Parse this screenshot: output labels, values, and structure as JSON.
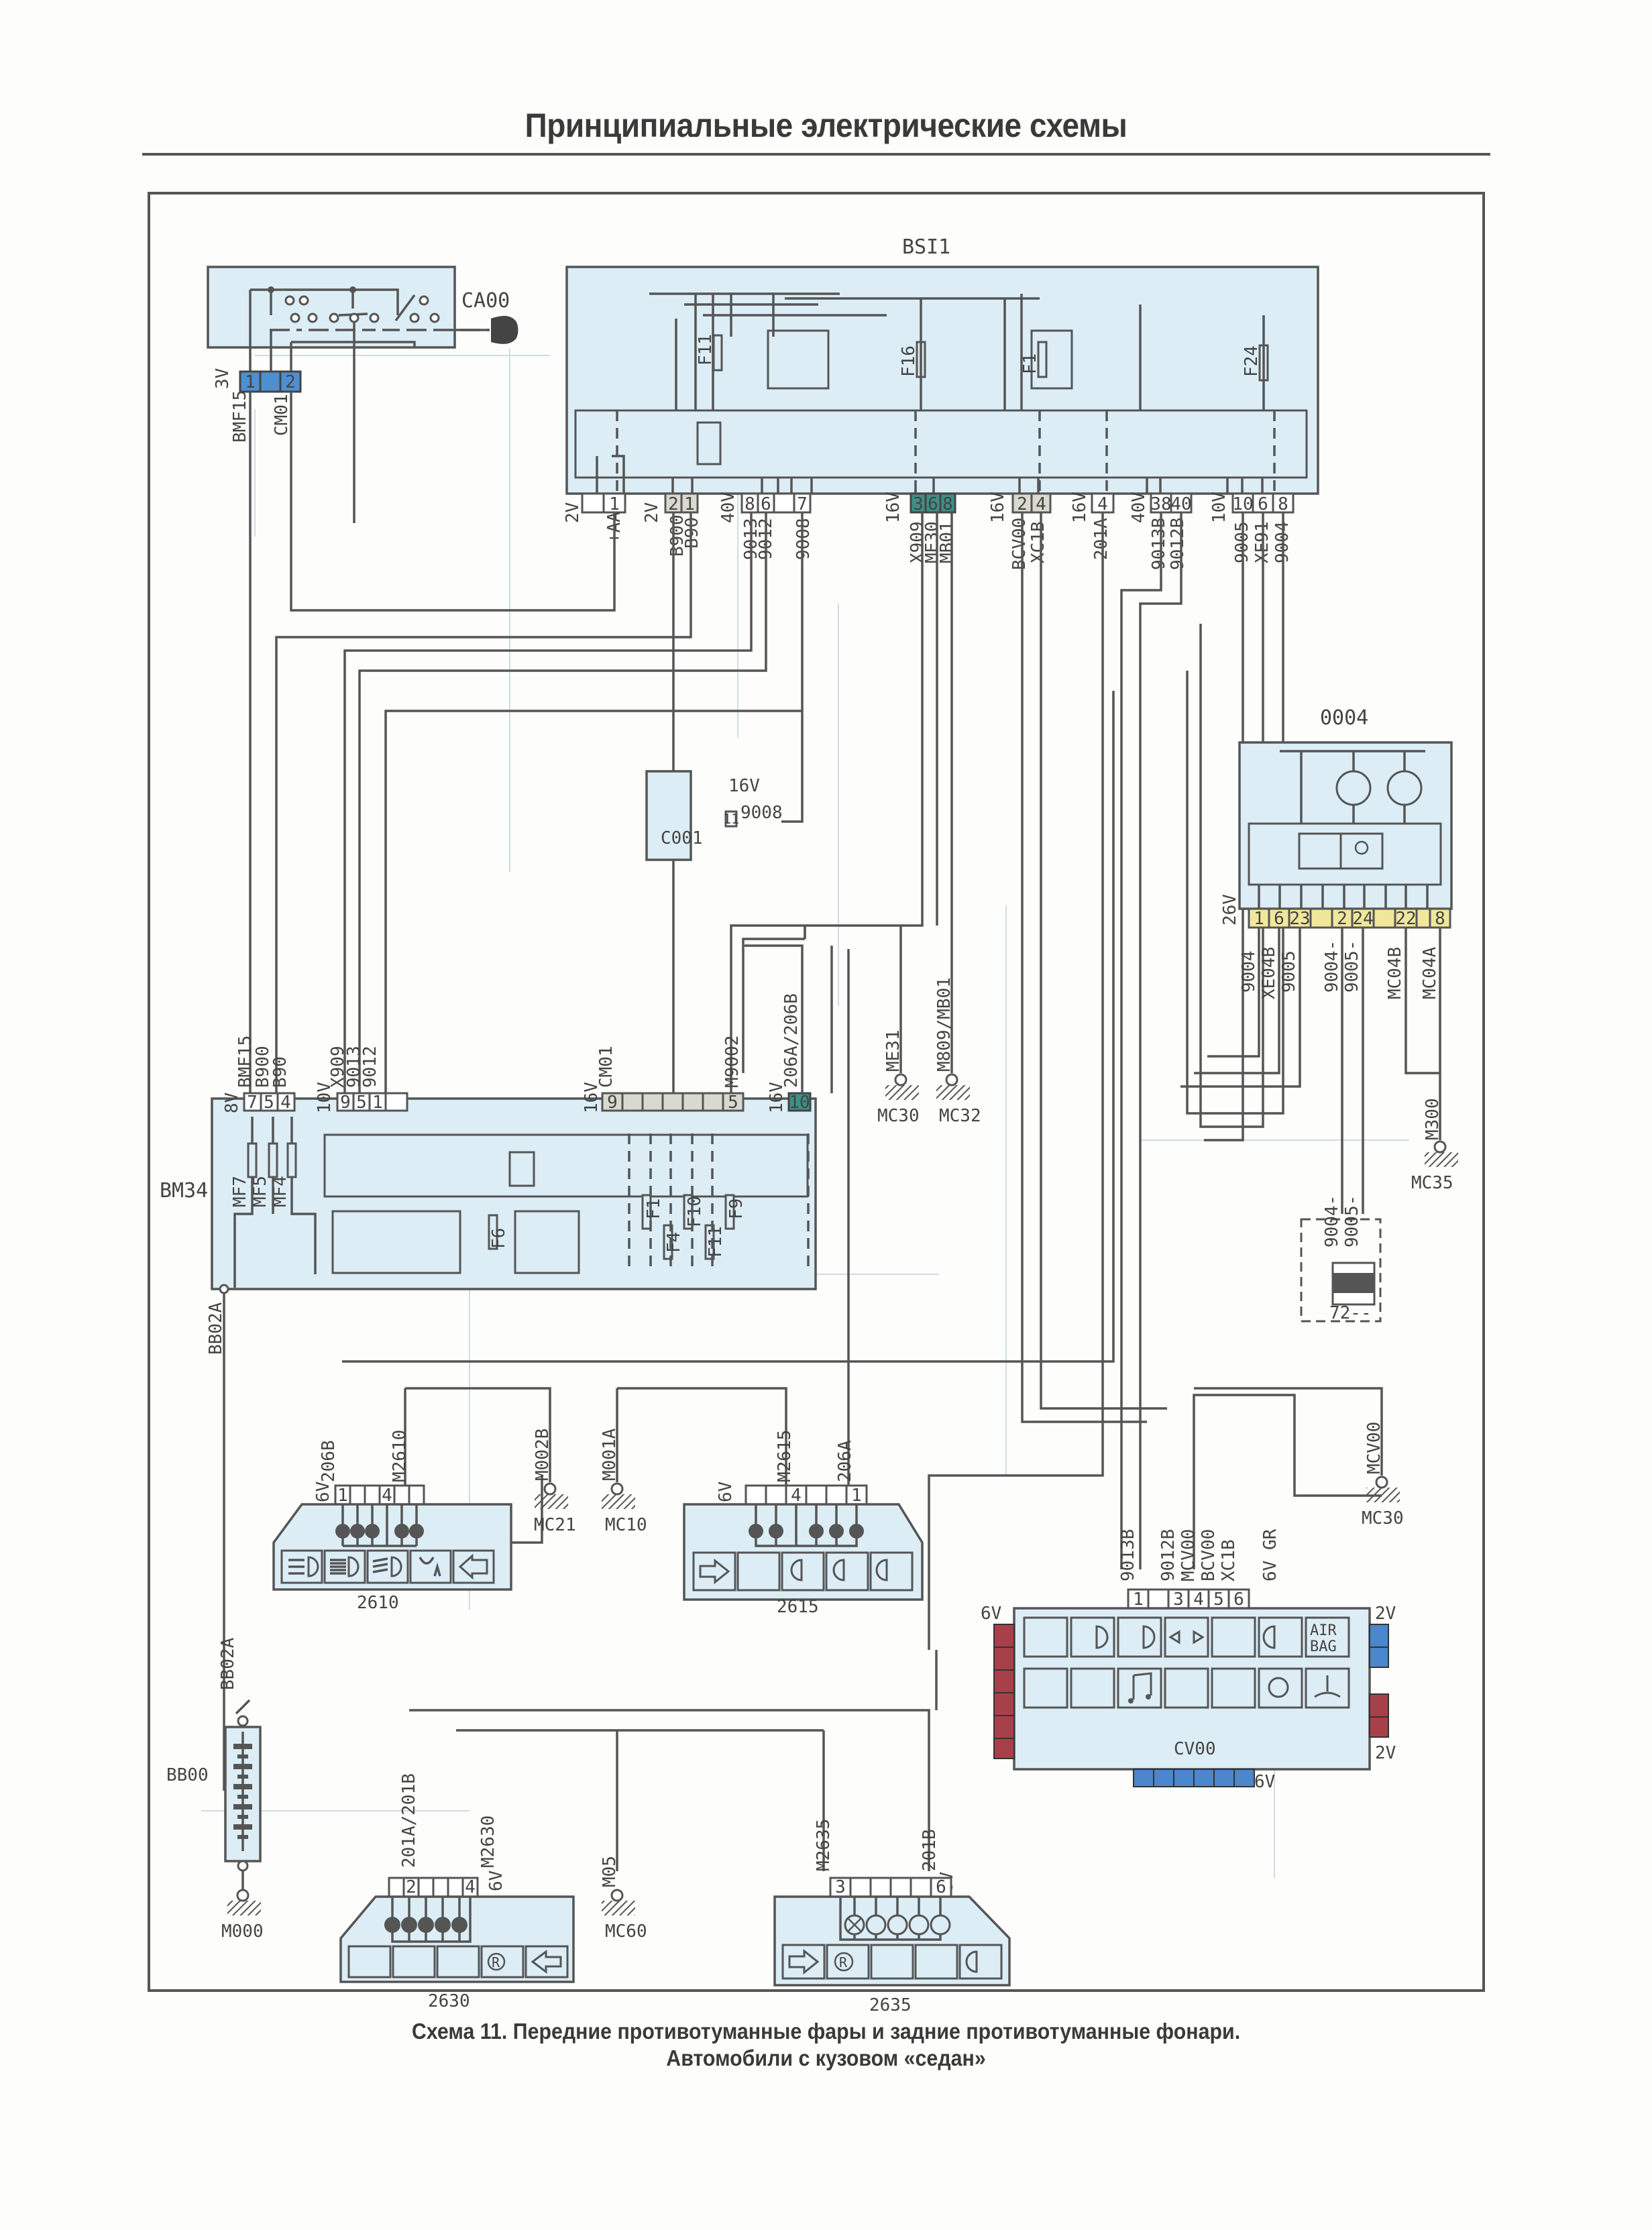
{
  "page": {
    "header_title": "Принципиальные электрические схемы",
    "caption_line1": "Схема 11. Передние противотуманные фары и задние противотуманные фонари.",
    "caption_line2": "Автомобили с кузовом «седан»"
  },
  "components": {
    "CA00": {
      "name": "CA00",
      "connector_voltage": "3V",
      "pins": [
        "1",
        "",
        "2"
      ],
      "wires": [
        "BMF15",
        "CM01"
      ]
    },
    "BSI1": {
      "name": "BSI1",
      "fuses": [
        "F11",
        "F16",
        "F1",
        "F24"
      ],
      "connectors": [
        {
          "voltage": "2V",
          "pins": [
            "",
            "1"
          ],
          "wires": [
            "+AA"
          ],
          "color": "white"
        },
        {
          "voltage": "2V",
          "pins": [
            "2",
            "1"
          ],
          "wires": [
            "B900",
            "B90"
          ],
          "color": "grey"
        },
        {
          "voltage": "40V",
          "pins": [
            "8",
            "6",
            "",
            "7"
          ],
          "wires": [
            "9013",
            "9012",
            "9008"
          ],
          "color": "white"
        },
        {
          "voltage": "16V",
          "pins": [
            "3",
            "6",
            "8"
          ],
          "wires": [
            "X909",
            "ME30",
            "MB01"
          ],
          "color": "teal"
        },
        {
          "voltage": "16V",
          "pins": [
            "2",
            "4"
          ],
          "wires": [
            "BCV00",
            "XC1B"
          ],
          "color": "grey"
        },
        {
          "voltage": "16V",
          "pins": [
            "4"
          ],
          "wires": [
            "201A"
          ],
          "color": "white"
        },
        {
          "voltage": "40V",
          "pins": [
            "38",
            "40"
          ],
          "wires": [
            "9013B",
            "9012B"
          ],
          "color": "white"
        },
        {
          "voltage": "10V",
          "pins": [
            "10",
            "6",
            "8"
          ],
          "wires": [
            "9005",
            "XE91",
            "9004"
          ],
          "color": "white"
        }
      ]
    },
    "C001": {
      "name": "C001",
      "voltage": "16V",
      "pin": "11",
      "wire": "9008"
    },
    "0004": {
      "name": "0004",
      "voltage": "26V",
      "pins": [
        "1",
        "6",
        "23",
        "",
        "2",
        "24",
        "",
        "22",
        "",
        "8"
      ],
      "wires": [
        "9004",
        "XE04B",
        "9005",
        "9004-",
        "9005-",
        "MC04B",
        "MC04A"
      ]
    },
    "BM34": {
      "name": "BM34",
      "fuses": [
        "MF7",
        "MF5",
        "MF4",
        "F6",
        "F1",
        "F4",
        "F10",
        "F11",
        "F9"
      ],
      "connectors": [
        {
          "voltage": "8V",
          "pins": [
            "7",
            "5",
            "4"
          ],
          "wires": [
            "BMF15",
            "B900",
            "B90"
          ],
          "color": "white"
        },
        {
          "voltage": "10V",
          "pins": [
            "9",
            "5",
            "1",
            ""
          ],
          "wires": [
            "X909",
            "9013",
            "9012"
          ],
          "color": "white"
        },
        {
          "voltage": "16V",
          "pins": [
            "9",
            "",
            "",
            "",
            "",
            "",
            "5"
          ],
          "wires": [
            "CM01",
            "M9002"
          ],
          "color": "grey"
        },
        {
          "voltage": "16V",
          "pins": [
            "10"
          ],
          "wires": [
            "206A/206B"
          ],
          "color": "teal"
        }
      ],
      "bottom_wire": "BB02A"
    },
    "grounds": [
      {
        "name": "MC30",
        "wire": "ME31"
      },
      {
        "name": "MC32",
        "wire": "M809/MB01"
      },
      {
        "name": "MC35",
        "wire": "M300"
      },
      {
        "name": "MC21",
        "wire": "M002B"
      },
      {
        "name": "MC10",
        "wire": "M001A"
      },
      {
        "name": "MC30",
        "wire": "MCV00"
      },
      {
        "name": "M000",
        "wire": ""
      },
      {
        "name": "MC60",
        "wire": "M05"
      }
    ],
    "D72": {
      "name": "72--",
      "wires": [
        "9004-",
        "9005-"
      ]
    },
    "2610": {
      "name": "2610",
      "voltage": "6V",
      "pins": [
        "1",
        "",
        "",
        "4",
        "",
        ""
      ],
      "wires": [
        "206B",
        "M2610"
      ],
      "icons": [
        "front-fog-icon",
        "high-beam-icon",
        "low-beam-icon",
        "side-light-icon",
        "turn-left-icon"
      ]
    },
    "2615": {
      "name": "2615",
      "voltage": "6V",
      "pins": [
        "",
        "",
        "4",
        "",
        "",
        "1"
      ],
      "wires": [
        "M2615",
        "206A"
      ],
      "icons": [
        "turn-right-icon",
        "side-light-icon",
        "low-beam-icon",
        "high-beam-icon",
        "front-fog-icon"
      ]
    },
    "CV00": {
      "name": "CV00",
      "top_voltage": "6V GR",
      "left_voltage": "6V",
      "right_top_voltage": "2V",
      "right_bottom_voltage": "2V",
      "bottom_voltage": "6V",
      "pins": [
        "1",
        "",
        "3",
        "4",
        "5",
        "6"
      ],
      "wires": [
        "9013B",
        "9012B",
        "MCV00",
        "BCV00",
        "XC1B"
      ],
      "icons_row1": [
        "side-light-icon",
        "high-beam-icon",
        "low-beam-icon",
        "turn-signals-icon",
        "front-fog-icon",
        "rear-fog-icon",
        "airbag-icon"
      ],
      "icons_row2": [
        "wiper-icon",
        "rear-wiper-icon",
        "music-icon",
        "door-open-icon",
        "key-icon",
        "handbrake-icon",
        "seat-icon"
      ],
      "airbag_text_1": "AIR",
      "airbag_text_2": "BAG"
    },
    "BB00": {
      "name": "BB00",
      "wire": "BB02A"
    },
    "2630": {
      "name": "2630",
      "voltage": "6V",
      "pins": [
        "",
        "2",
        "",
        "",
        "",
        "4"
      ],
      "wires": [
        "201A/201B",
        "M2630"
      ],
      "icons": [
        "side-light-icon",
        "rear-fog-icon",
        "brake-light-icon",
        "reverse-icon",
        "turn-left-icon"
      ]
    },
    "2635": {
      "name": "2635",
      "voltage": "6V",
      "pins": [
        "3",
        "",
        "",
        "",
        "",
        "6"
      ],
      "wires": [
        "M2635",
        "201B"
      ],
      "icons": [
        "turn-right-icon",
        "reverse-icon",
        "brake-light-icon",
        "side-light-icon",
        "rear-fog-icon"
      ]
    }
  }
}
